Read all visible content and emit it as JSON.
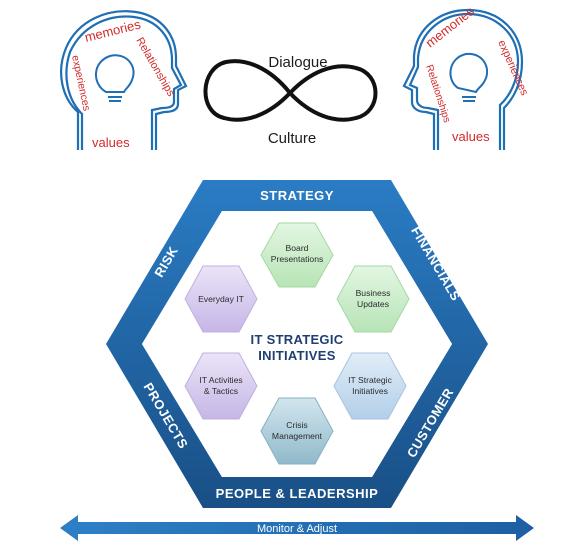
{
  "heads": {
    "left": {
      "memories": "memories",
      "relationships": "Relationships",
      "experiences": "experiences",
      "values": "values"
    },
    "right": {
      "memories": "memories",
      "experiences": "experiences",
      "relationships": "Relationships",
      "values": "values"
    }
  },
  "infinity": {
    "top": "Dialogue",
    "bottom": "Culture"
  },
  "hexagon": {
    "edges": {
      "top": "STRATEGY",
      "upper_right": "FINANCIALS",
      "lower_right": "CUSTOMER",
      "bottom": "PEOPLE & LEADERSHIP",
      "lower_left": "PROJECTS",
      "upper_left": "RISK"
    },
    "center": {
      "line1": "IT STRATEGIC",
      "line2": "INITIATIVES"
    },
    "items": [
      {
        "line1": "Board",
        "line2": "Presentations"
      },
      {
        "line1": "Business",
        "line2": "Updates"
      },
      {
        "line1": "IT Strategic",
        "line2": "Initiatives"
      },
      {
        "line1": "Crisis",
        "line2": "Management"
      },
      {
        "line1": "IT Activities",
        "line2": "& Tactics"
      },
      {
        "line1": "Everyday IT",
        "line2": ""
      }
    ]
  },
  "arrow": {
    "label": "Monitor & Adjust"
  },
  "colors": {
    "frame": "#1f6fb5",
    "text_red": "#d22a2a",
    "green_hex": "#c8ecc7",
    "blue_hex": "#bfd6ec",
    "purple_hex": "#d4c8ec",
    "teal_hex": "#a9c9d6"
  }
}
